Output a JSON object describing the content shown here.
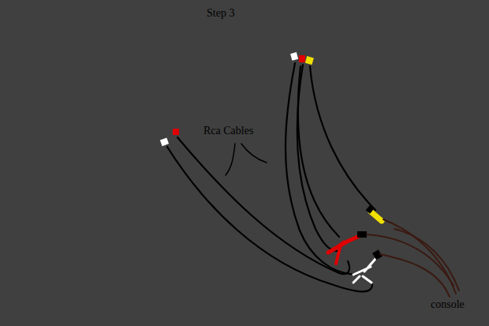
{
  "diagram": {
    "title": "Step 3",
    "labels": [
      "Rca Cables",
      "console"
    ]
  }
}
